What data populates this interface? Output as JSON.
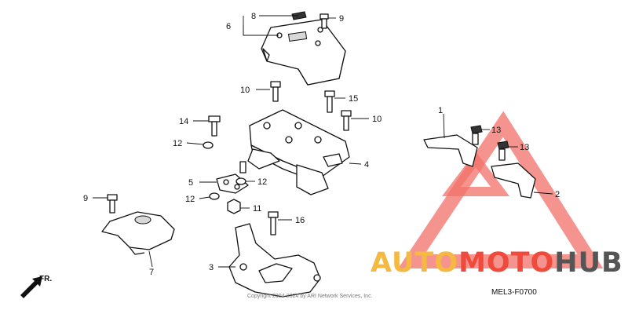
{
  "callouts": [
    {
      "id": "c1",
      "text": "1"
    },
    {
      "id": "c2",
      "text": "2"
    },
    {
      "id": "c3",
      "text": "3"
    },
    {
      "id": "c4",
      "text": "4"
    },
    {
      "id": "c5",
      "text": "5"
    },
    {
      "id": "c6",
      "text": "6"
    },
    {
      "id": "c7",
      "text": "7"
    },
    {
      "id": "c8",
      "text": "8"
    },
    {
      "id": "c9a",
      "text": "9"
    },
    {
      "id": "c9b",
      "text": "9"
    },
    {
      "id": "c10a",
      "text": "10"
    },
    {
      "id": "c10b",
      "text": "10"
    },
    {
      "id": "c11",
      "text": "11"
    },
    {
      "id": "c12a",
      "text": "12"
    },
    {
      "id": "c12b",
      "text": "12"
    },
    {
      "id": "c12c",
      "text": "12"
    },
    {
      "id": "c13a",
      "text": "13"
    },
    {
      "id": "c13b",
      "text": "13"
    },
    {
      "id": "c14",
      "text": "14"
    },
    {
      "id": "c15",
      "text": "15"
    },
    {
      "id": "c16",
      "text": "16"
    }
  ],
  "diagram_code": "MEL3-F0700",
  "direction_label": "FR.",
  "copyright": "Copyright 2004-2024 by ARI Network Services, Inc.",
  "watermark": {
    "brand_part1": "AUTO",
    "brand_part2": "MOTO",
    "brand_part3": "HUB",
    "color_gold": "#f5b840",
    "color_red": "#ef4a3c",
    "color_gray": "#555555",
    "triangle_color": "#f2706a"
  }
}
